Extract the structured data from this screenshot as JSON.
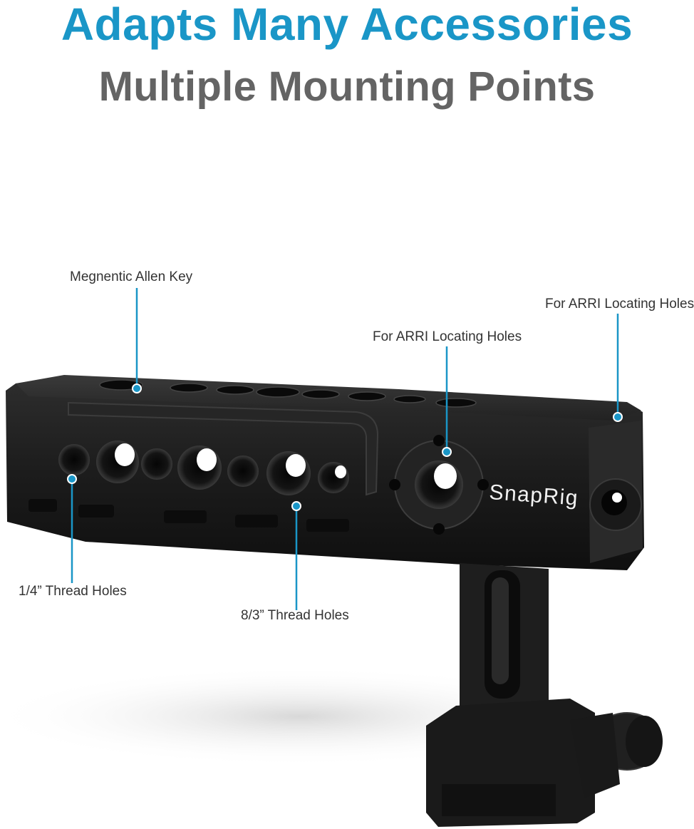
{
  "headline": "Adapts Many Accessories",
  "subheadline": "Multiple Mounting Points",
  "brand": "SnapRig",
  "callouts": {
    "allen_key": "Megnentic Allen Key",
    "arri_right": "For ARRI Locating Holes",
    "arri_center": "For ARRI Locating Holes",
    "quarter_thread": "1/4” Thread Holes",
    "eighth_thread": "8/3” Thread Holes"
  },
  "colors": {
    "accent": "#1a96c7",
    "subheadline": "#646464",
    "label_text": "#333333",
    "product": "#1b1b1b"
  },
  "icons": [
    "camera-top-handle-product"
  ]
}
